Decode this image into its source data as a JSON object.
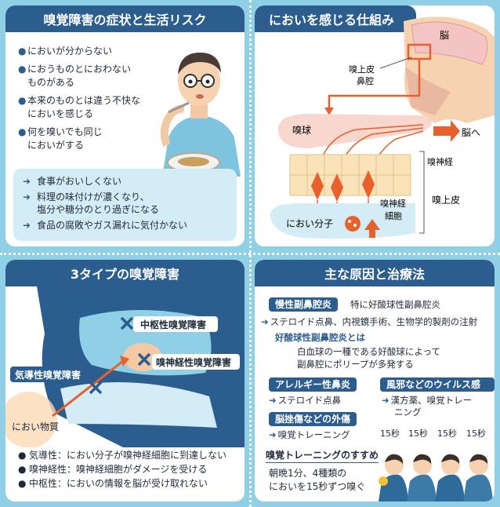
{
  "panel1": {
    "title": "嗅覚障害の症状と生活リスク",
    "symptoms": [
      "においが分からない",
      "におうものとにおわないものがある",
      "本来のものとは違う不快なにおいを感じる",
      "何を嗅いでも同じにおいがする"
    ],
    "symptom_lines": [
      [
        "においが分からない"
      ],
      [
        "におうものとにおわない",
        "ものがある"
      ],
      [
        "本来のものとは違う不快な",
        "においを感じる"
      ],
      [
        "何を嗅いでも同じ",
        "においがする"
      ]
    ],
    "risks": [
      [
        "食事がおいしくない"
      ],
      [
        "料理の味付けが濃くなり、",
        "塩分や糖分のとり過ぎになる"
      ],
      [
        "食品の腐敗やガス漏れに気付かない"
      ]
    ]
  },
  "panel2": {
    "title": "においを感じる仕組み",
    "labels": {
      "brain": "脳",
      "olfactory_epithelium_top": "嗅上皮",
      "nasal_cavity": "鼻腔",
      "olfactory_bulb": "嗅球",
      "to_brain": "脳へ",
      "olfactory_nerve": "嗅神経",
      "olfactory_epithelium_side": "嗅上皮",
      "odor_molecule": "におい分子",
      "olfactory_cell_line1": "嗅神経",
      "olfactory_cell_line2": "細胞"
    }
  },
  "panel3": {
    "title": "3タイプの嗅覚障害",
    "labels": {
      "central": "中枢性嗅覚障害",
      "neural": "嗅神経性嗅覚障害",
      "conductive": "気導性嗅覚障害",
      "odor_substance": "におい物質"
    },
    "legend": [
      "気導性：におい分子が嗅神経細胞に到達しない",
      "嗅神経性：嗅神経細胞がダメージを受ける",
      "中枢性：においの情報を脳が受け取れない"
    ]
  },
  "panel4": {
    "title": "主な原因と治療法",
    "chronic_sinusitis": {
      "tag": "慢性副鼻腔炎",
      "sub": "特に好酸球性副鼻腔炎",
      "treatment": "ステロイド点鼻、内視鏡手術、生物学的製剤の注射",
      "note_title": "好酸球性副鼻腔炎とは",
      "note_lines": [
        "白血球の一種である好酸球によって",
        "副鼻腔にポリープが多発する"
      ]
    },
    "allergic": {
      "tag": "アレルギー性鼻炎",
      "treatment": "ステロイド点鼻"
    },
    "viral": {
      "tag": "風邪などのウイルス感染",
      "treatment_lines": [
        "漢方薬、嗅覚トレー",
        "ニング"
      ]
    },
    "injury": {
      "tag": "脳挫傷などの外傷",
      "treatment": "嗅覚トレーニング"
    },
    "training": {
      "title": "嗅覚トレーニングのすすめ",
      "desc_lines": [
        "朝晩1分、4種類の",
        "においを15秒ずつ嗅ぐ"
      ],
      "timers": [
        "15秒",
        "15秒",
        "15秒",
        "15秒"
      ]
    }
  },
  "colors": {
    "background": "#8fd0e6",
    "title_bar": "#2b5d8f",
    "accent_orange": "#e8602c",
    "light_blue": "#d4ecf6"
  }
}
